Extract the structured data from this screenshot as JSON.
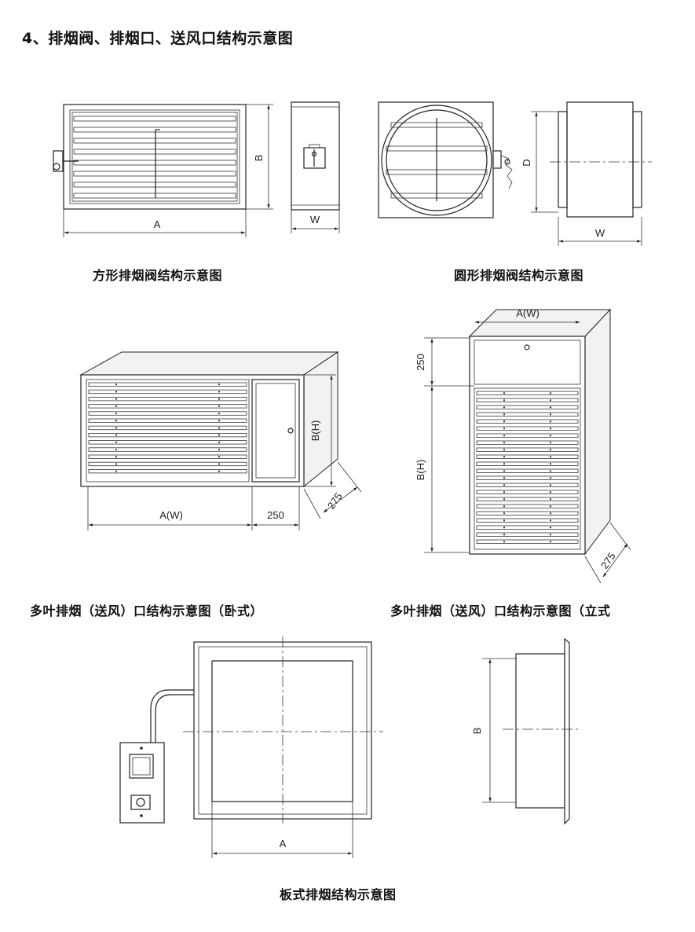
{
  "heading": "4、排烟阀、排烟口、送风口结构示意图",
  "figures": {
    "square_valve": {
      "caption": "方形排烟阀结构示意图",
      "dim_a": "A",
      "dim_b": "B",
      "dim_w": "W"
    },
    "round_valve": {
      "caption": "圆形排烟阀结构示意图",
      "dim_d": "D",
      "dim_w": "W"
    },
    "horizontal_outlet": {
      "caption": "多叶排烟（送风）口结构示意图（卧式）",
      "dim_aw": "A(W)",
      "dim_250": "250",
      "dim_bh": "B(H)",
      "dim_275": "275"
    },
    "vertical_outlet": {
      "caption": "多叶排烟（送风）口结构示意图（立式",
      "dim_aw": "A(W)",
      "dim_250": "250",
      "dim_bh": "B(H)",
      "dim_275": "275"
    },
    "plate_outlet": {
      "caption": "板式排烟结构示意图",
      "dim_a": "A",
      "dim_b": "B"
    }
  }
}
